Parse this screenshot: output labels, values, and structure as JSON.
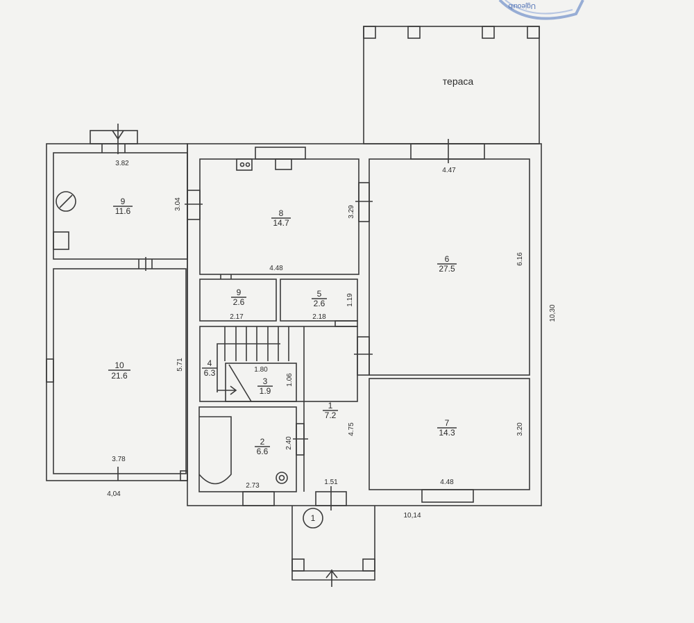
{
  "terrace_label": "тераса",
  "entrance_marker": "1",
  "stamp_text": "Ugjeouib",
  "rooms": [
    {
      "number": "9",
      "area": "11.6"
    },
    {
      "number": "10",
      "area": "21.6"
    },
    {
      "number": "8",
      "area": "14.7"
    },
    {
      "number": "9",
      "area": "2.6"
    },
    {
      "number": "5",
      "area": "2.6"
    },
    {
      "number": "4",
      "area": "6.3"
    },
    {
      "number": "3",
      "area": "1.9"
    },
    {
      "number": "2",
      "area": "6.6"
    },
    {
      "number": "1",
      "area": "7.2"
    },
    {
      "number": "6",
      "area": "27.5"
    },
    {
      "number": "7",
      "area": "14.3"
    }
  ],
  "dimensions": {
    "room9_width": "3.82",
    "room9_height": "3.04",
    "room8_width": "4.48",
    "room8_height": "3.29",
    "room9s_width": "2.17",
    "room5_width": "2.18",
    "room5_height": "1.19",
    "room10_height": "5.71",
    "room10_width": "3.78",
    "left_outer_width": "4,04",
    "room3_width": "1.80",
    "room3_height": "1.06",
    "room2_height": "2.40",
    "room2_width": "2.73",
    "room1_height": "4.75",
    "room1_width": "1.51",
    "room6_width": "4.47",
    "room6_height": "6.16",
    "building_depth": "10,30",
    "room7_height": "3.20",
    "room7_width": "4.48",
    "building_width": "10,14"
  },
  "colors": {
    "line": "#3a3a3a",
    "paper": "#f3f3f1",
    "stamp": "#6f8fc9"
  }
}
